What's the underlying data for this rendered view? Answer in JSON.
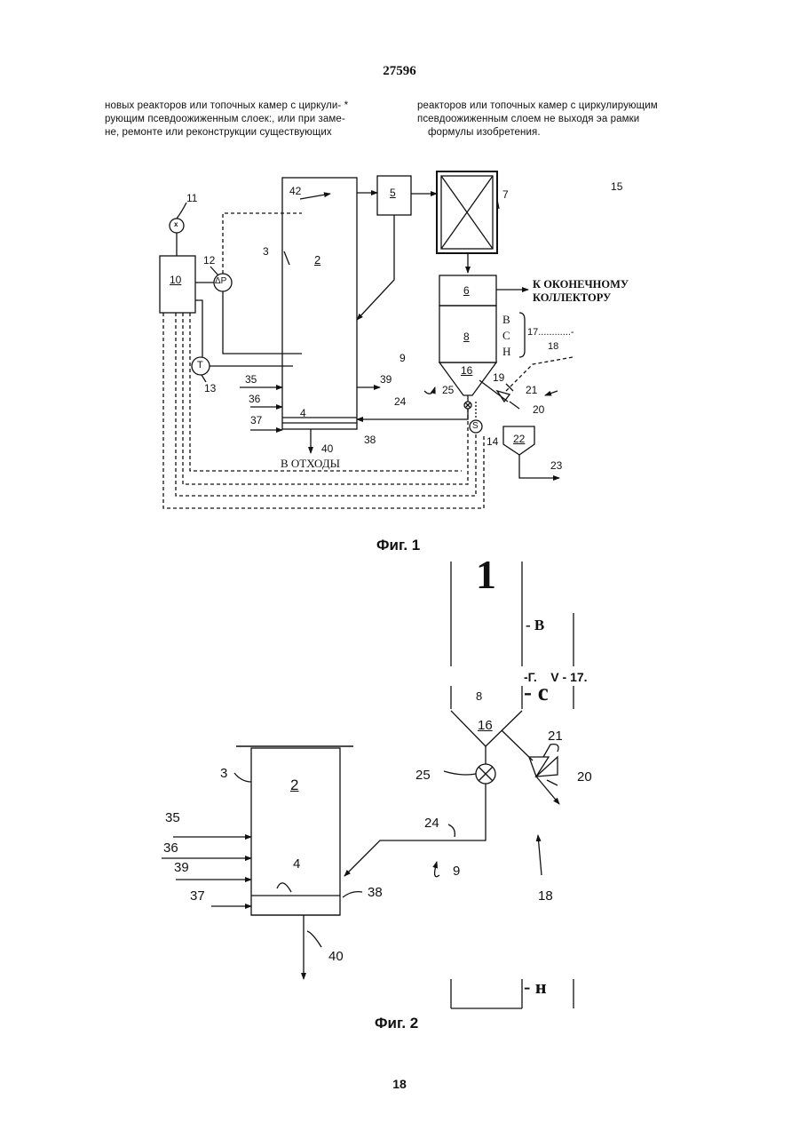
{
  "header": {
    "page_code": "27596",
    "page_number": "18"
  },
  "text": {
    "left_lines": [
      "новых реакторов или топочных камер с циркули- *",
      "рующим псевдоожиженным слоек:, или при заме-",
      "не, ремонте или реконструкции существующих"
    ],
    "right_lines": [
      "реакторов или топочных камер с циркулирующим",
      "псевдоожиженным слоем не выходя эа рамки",
      "формулы изобретения."
    ],
    "line_number": "15"
  },
  "fig1": {
    "caption": "Фиг. 1",
    "nodes": {
      "n2": "2",
      "n3": "3",
      "n4": "4",
      "n5": "5",
      "n6": "6",
      "n7": "7",
      "n8": "8",
      "n9": "9",
      "n10": "10",
      "n11": "11",
      "n12": "12",
      "n13": "13",
      "n14": "14",
      "n16": "16",
      "n17": "17............-",
      "n18": "18",
      "n19": "19",
      "n20": "20",
      "n21": "21",
      "n22": "22",
      "n23": "23",
      "n24": "24",
      "n25": "25",
      "n35": "35",
      "n36": "36",
      "n37": "37",
      "n38": "38",
      "n39": "39",
      "n40": "40",
      "n42": "42"
    },
    "symbols": {
      "x": "x",
      "dp": "ΔP",
      "t": "T",
      "s": "S"
    },
    "zones": {
      "b": "B",
      "c": "C",
      "h": "H"
    },
    "collector_line1": "К ОКОНЕЧНОМУ",
    "collector_line2": "КОЛЛЕКТОРУ",
    "waste": "В ОТХОДЫ"
  },
  "fig2": {
    "caption": "Фиг. 2",
    "big_one": "1",
    "zone_b": "- В",
    "stray": "-Г.    V - 17.",
    "zone_c": "- с",
    "zone_h": "- н",
    "nodes": {
      "n2": "2",
      "n3": "3",
      "n4": "4",
      "n8": "8",
      "n9": "9",
      "n16": "16",
      "n18": "18",
      "n20": "20",
      "n21": "21",
      "n24": "24",
      "n25": "25",
      "n35": "35",
      "n36": "36",
      "n37": "37",
      "n38": "38",
      "n39": "39",
      "n40": "40"
    }
  }
}
